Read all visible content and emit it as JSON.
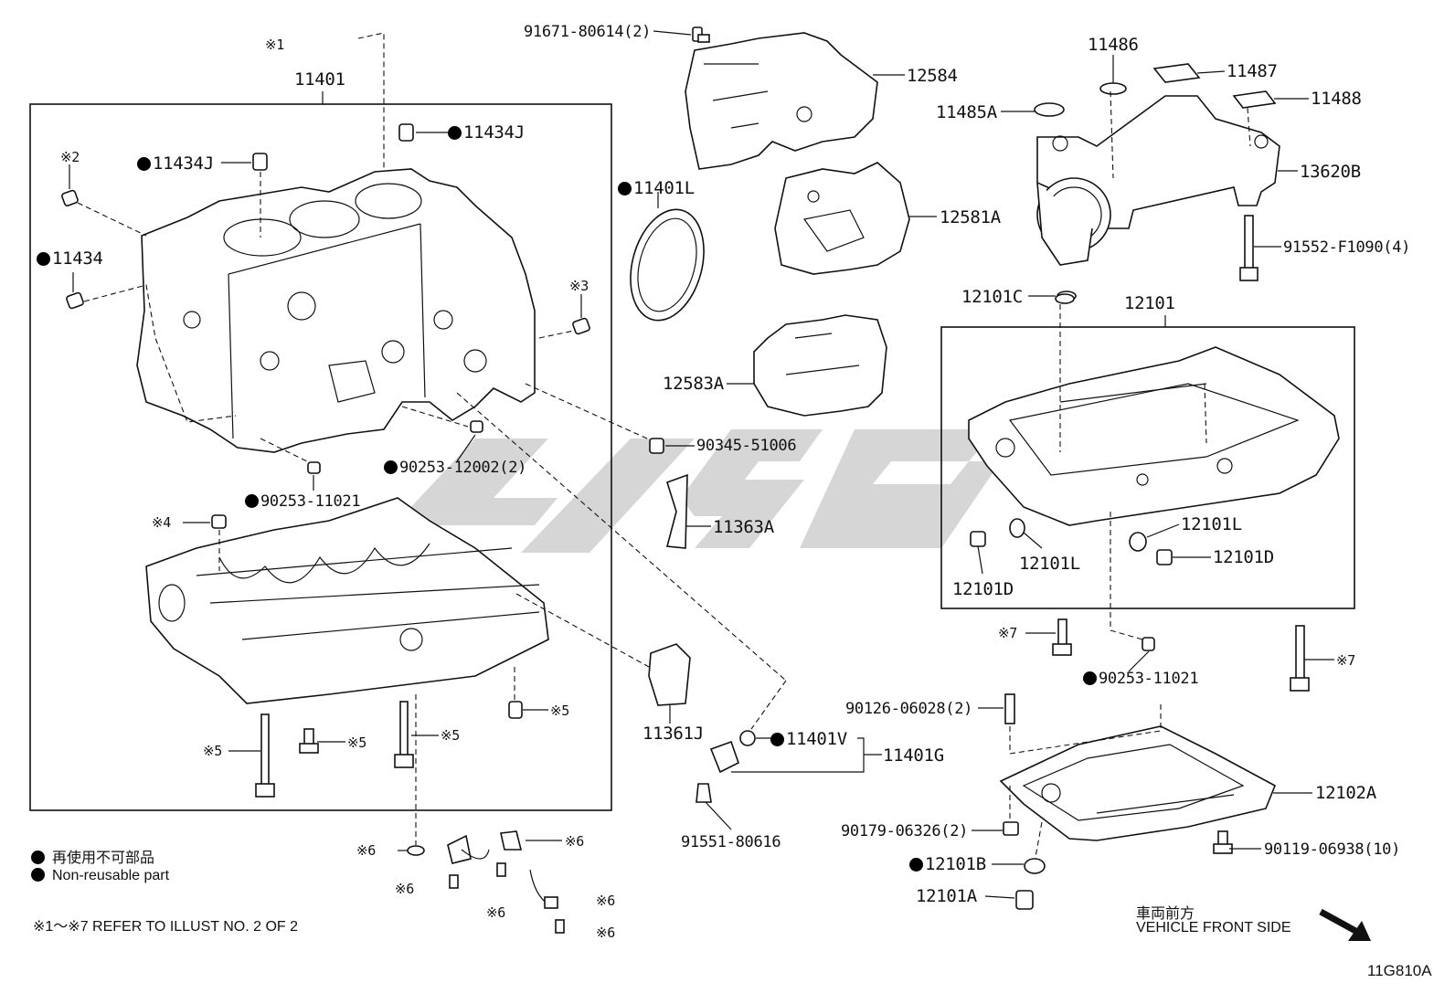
{
  "parts": {
    "p1": "11401",
    "p2": "※1",
    "p3": "11434J",
    "p4": "11434J",
    "p5": "※2",
    "p6": "11434",
    "p7": "※3",
    "p8": "90253-12002(2)",
    "p9": "90253-11021",
    "p10": "※4",
    "p11": "※5",
    "p12": "※5",
    "p13": "※5",
    "p14": "※5",
    "p15": "※6",
    "p16": "※6",
    "p17": "※6",
    "p18": "※6",
    "p19": "※6",
    "p20": "※6",
    "p21": "91671-80614(2)",
    "p22": "12584",
    "p23": "11401L",
    "p24": "12581A",
    "p25": "12583A",
    "p26": "90345-51006",
    "p27": "11363A",
    "p28": "11361J",
    "p29": "11401V",
    "p30": "11401G",
    "p31": "91551-80616",
    "p32": "11486",
    "p33": "11487",
    "p34": "11485A",
    "p35": "11488",
    "p36": "13620B",
    "p37": "91552-F1090(4)",
    "p38": "12101C",
    "p39": "12101",
    "p40": "12101L",
    "p41": "12101L",
    "p42": "12101D",
    "p43": "12101D",
    "p44": "※7",
    "p45": "※7",
    "p46": "90253-11021",
    "p47": "90126-06028(2)",
    "p48": "12102A",
    "p49": "90179-06326(2)",
    "p50": "90119-06938(10)",
    "p51": "12101B",
    "p52": "12101A"
  },
  "legend": {
    "non_reusable_jp": "再使用不可部品",
    "non_reusable_en": "Non-reusable part",
    "refer": "※1～※7  REFER TO ILLUST NO. 2 OF 2"
  },
  "front": {
    "jp": "車両前方",
    "en": "VEHICLE FRONT SIDE"
  },
  "figure_code": "11G810A"
}
